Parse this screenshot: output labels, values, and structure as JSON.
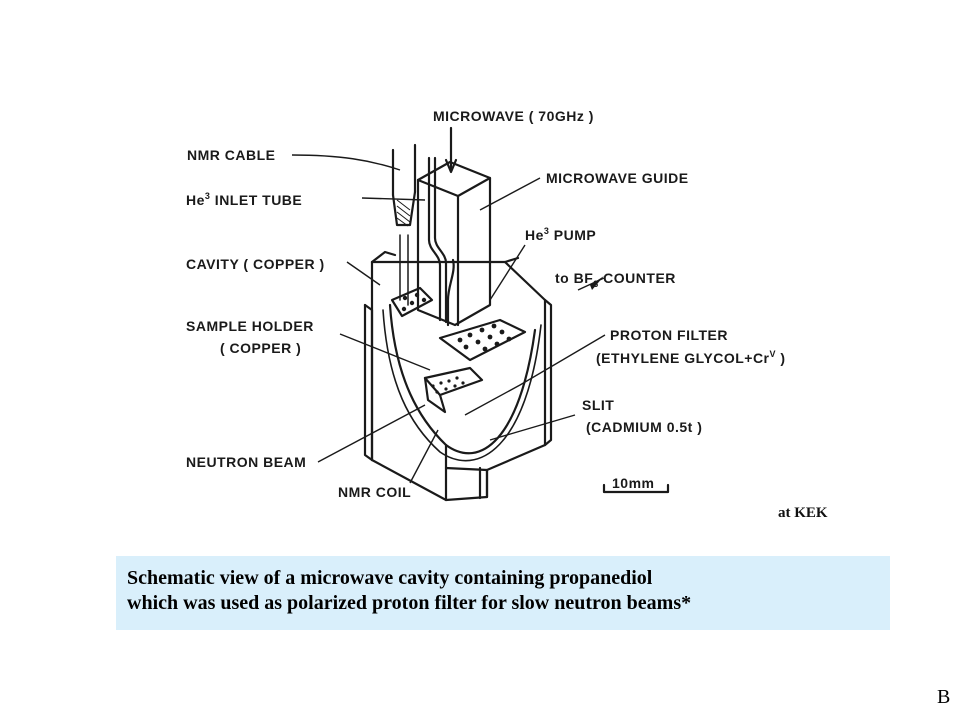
{
  "diagram": {
    "labels": {
      "microwave": "MICROWAVE ( 70GHz )",
      "nmr_cable": "NMR CABLE",
      "microwave_guide": "MICROWAVE GUIDE",
      "he3_inlet_prefix": "He",
      "he3_inlet_sup": "3",
      "he3_inlet_suffix": " INLET TUBE",
      "he3_pump_prefix": "He",
      "he3_pump_sup": "3",
      "he3_pump_suffix": " PUMP",
      "cavity": "CAVITY ( COPPER )",
      "bf3_prefix": "to BF",
      "bf3_sub": "3",
      "bf3_suffix": " COUNTER",
      "sample_holder": "SAMPLE HOLDER",
      "sample_holder_2": "( COPPER )",
      "proton_filter": "PROTON FILTER",
      "proton_filter_2_prefix": "(ETHYLENE GLYCOL+Cr",
      "proton_filter_2_sup": "V",
      "proton_filter_2_suffix": " )",
      "slit": "SLIT",
      "slit_2": "(CADMIUM 0.5t )",
      "neutron_beam": "NEUTRON BEAM",
      "nmr_coil": "NMR COIL",
      "scale": "10mm"
    }
  },
  "credit": "at KEK",
  "caption": {
    "line1": "Schematic view of a microwave cavity containing propanediol",
    "line2": "which was used as polarized proton filter for slow neutron beams*"
  },
  "page_letter": "B"
}
